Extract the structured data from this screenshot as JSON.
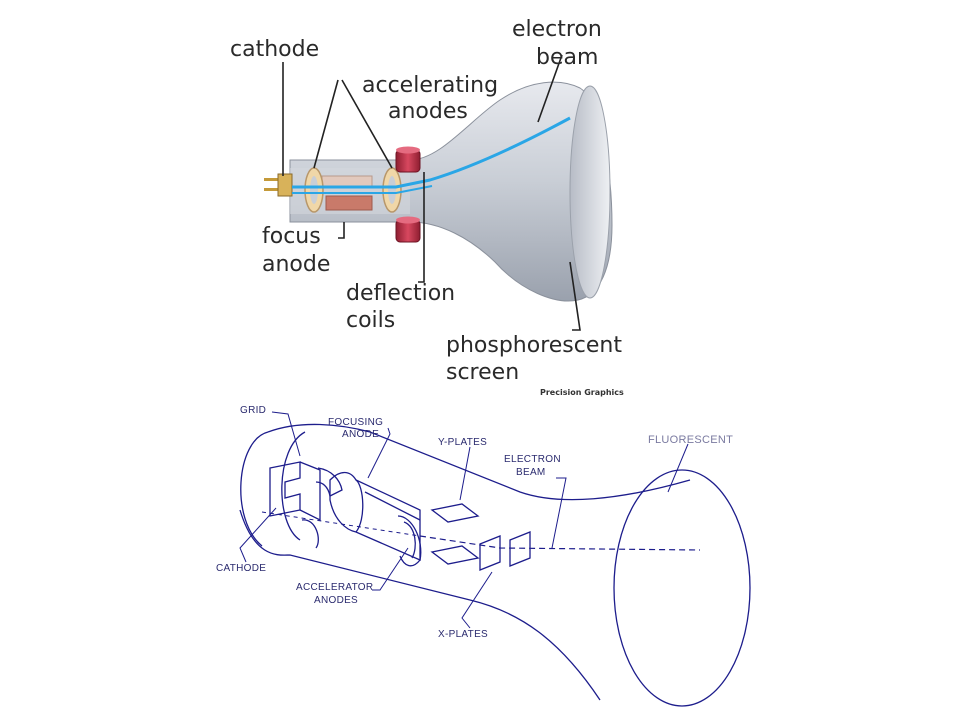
{
  "top_diagram": {
    "labels": {
      "cathode": "cathode",
      "accelerating_1": "accelerating",
      "accelerating_2": "anodes",
      "electron_1": "electron",
      "electron_2": "beam",
      "focus_1": "focus",
      "focus_2": "anode",
      "deflection_1": "deflection",
      "deflection_2": "coils",
      "phosphor_1": "phosphorescent",
      "phosphor_2": "screen",
      "credit": "Precision Graphics"
    },
    "colors": {
      "tube_glass": "#c8ccd4",
      "beam": "#2aa6e6",
      "coil": "#c2324a",
      "anode_ring": "#f0d7a8"
    }
  },
  "bottom_diagram": {
    "labels": {
      "grid": "GRID",
      "focusing_1": "FOCUSING",
      "focusing_2": "ANODE",
      "yplates": "Y-PLATES",
      "electron_1": "ELECTRON",
      "electron_2": "BEAM",
      "fluorescent": "FLUORESCENT",
      "cathode": "CATHODE",
      "accelerator_1": "ACCELERATOR",
      "accelerator_2": "ANODES",
      "xplates": "X-PLATES"
    },
    "colors": {
      "line": "#1d1d8c"
    }
  }
}
